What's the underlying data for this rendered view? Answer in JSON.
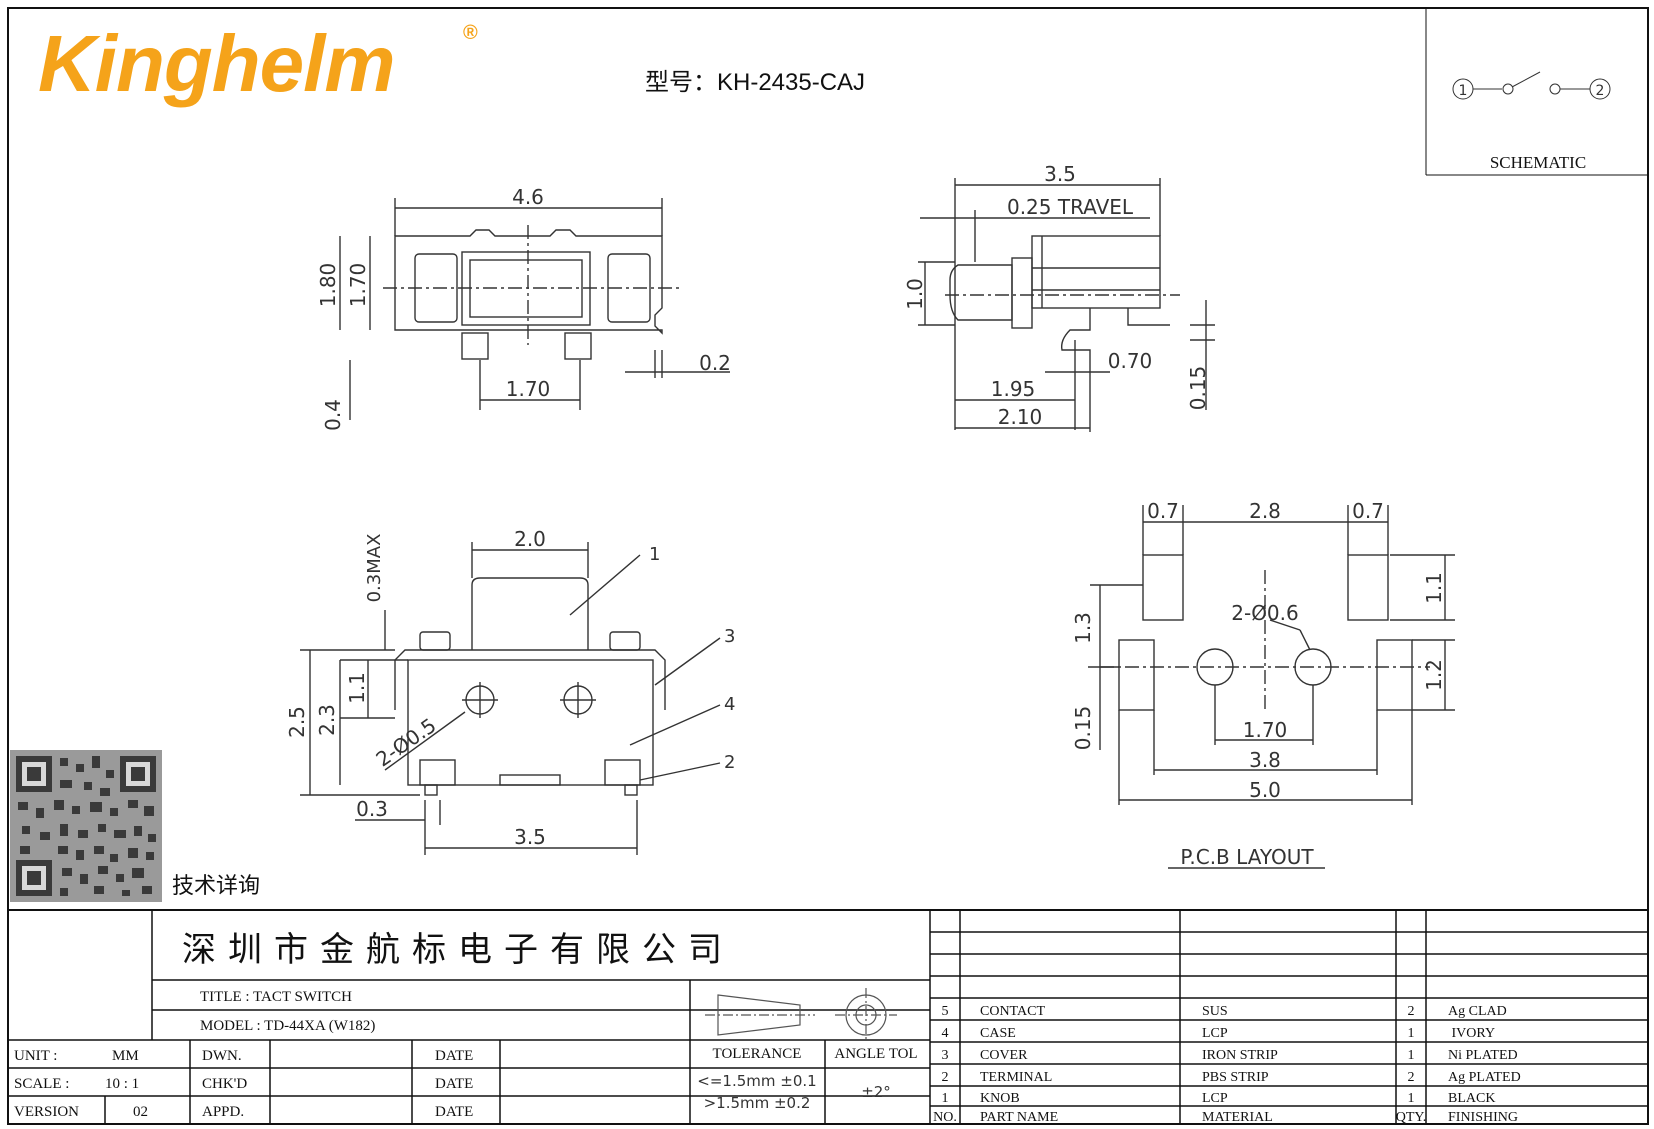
{
  "header": {
    "brand": "Kinghelm",
    "registered_mark": "®",
    "model_line": "型号：KH-2435-CAJ"
  },
  "schematic": {
    "pin1": "1",
    "pin2": "2",
    "label": "SCHEMATIC"
  },
  "top_view": {
    "width": "4.6",
    "height_outer": "1.80",
    "height_inner": "1.70",
    "pin_pitch": "1.70",
    "edge": "0.2",
    "pin_length": "0.4"
  },
  "side_view": {
    "length": "3.5",
    "travel": "0.25 TRAVEL",
    "knob_height": "1.0",
    "d1": "0.70",
    "d2": "1.95",
    "d3": "2.10",
    "d4": "0.15"
  },
  "front_view": {
    "knob_width": "2.0",
    "max_height": "0.3MAX",
    "h1": "1.1",
    "h2": "2.3",
    "h3": "2.5",
    "hole": "2-Ø0.5",
    "offset": "0.3",
    "pin_span": "3.5",
    "callouts": [
      "1",
      "3",
      "4",
      "2"
    ]
  },
  "pcb_layout": {
    "pad_w_left": "0.7",
    "pad_gap": "2.8",
    "pad_w_right": "0.7",
    "pad_h_top": "1.1",
    "pad_h_bottom": "1.2",
    "row_gap": "1.3",
    "offset": "0.15",
    "hole": "2-Ø0.6",
    "hole_pitch": "1.70",
    "inner_span": "3.8",
    "outer_span": "5.0",
    "label": "P.C.B LAYOUT"
  },
  "qr_label": "技术详询",
  "title_block": {
    "company": "深圳市金航标电子有限公司",
    "title": "TITLE  : TACT  SWITCH",
    "model": "MODEL  : TD-44XA     (W182)",
    "unit_label": "UNIT   :",
    "unit_value": "MM",
    "scale_label": "SCALE  :",
    "scale_value": "10 : 1",
    "version_label": "VERSION",
    "version_value": "02",
    "dwn": "DWN.",
    "chkd": "CHK'D",
    "appd": "APPD.",
    "date": "DATE",
    "tolerance_head": "TOLERANCE",
    "tol1": "<=1.5mm  ±0.1",
    "tol2": ">1.5mm  ±0.2",
    "angle_head": "ANGLE TOL",
    "angle_value": "±2°"
  },
  "bom": {
    "headers": [
      "NO.",
      "PART  NAME",
      "MATERIAL",
      "QTY.",
      "FINISHING"
    ],
    "rows": [
      [
        "5",
        "CONTACT",
        "SUS",
        "2",
        "Ag CLAD"
      ],
      [
        "4",
        "CASE",
        "LCP",
        "1",
        " IVORY"
      ],
      [
        "3",
        "COVER",
        "IRON STRIP",
        "1",
        "Ni PLATED"
      ],
      [
        "2",
        "TERMINAL",
        "PBS STRIP",
        "2",
        "Ag PLATED"
      ],
      [
        "1",
        "KNOB",
        "LCP",
        "1",
        "BLACK"
      ]
    ]
  }
}
